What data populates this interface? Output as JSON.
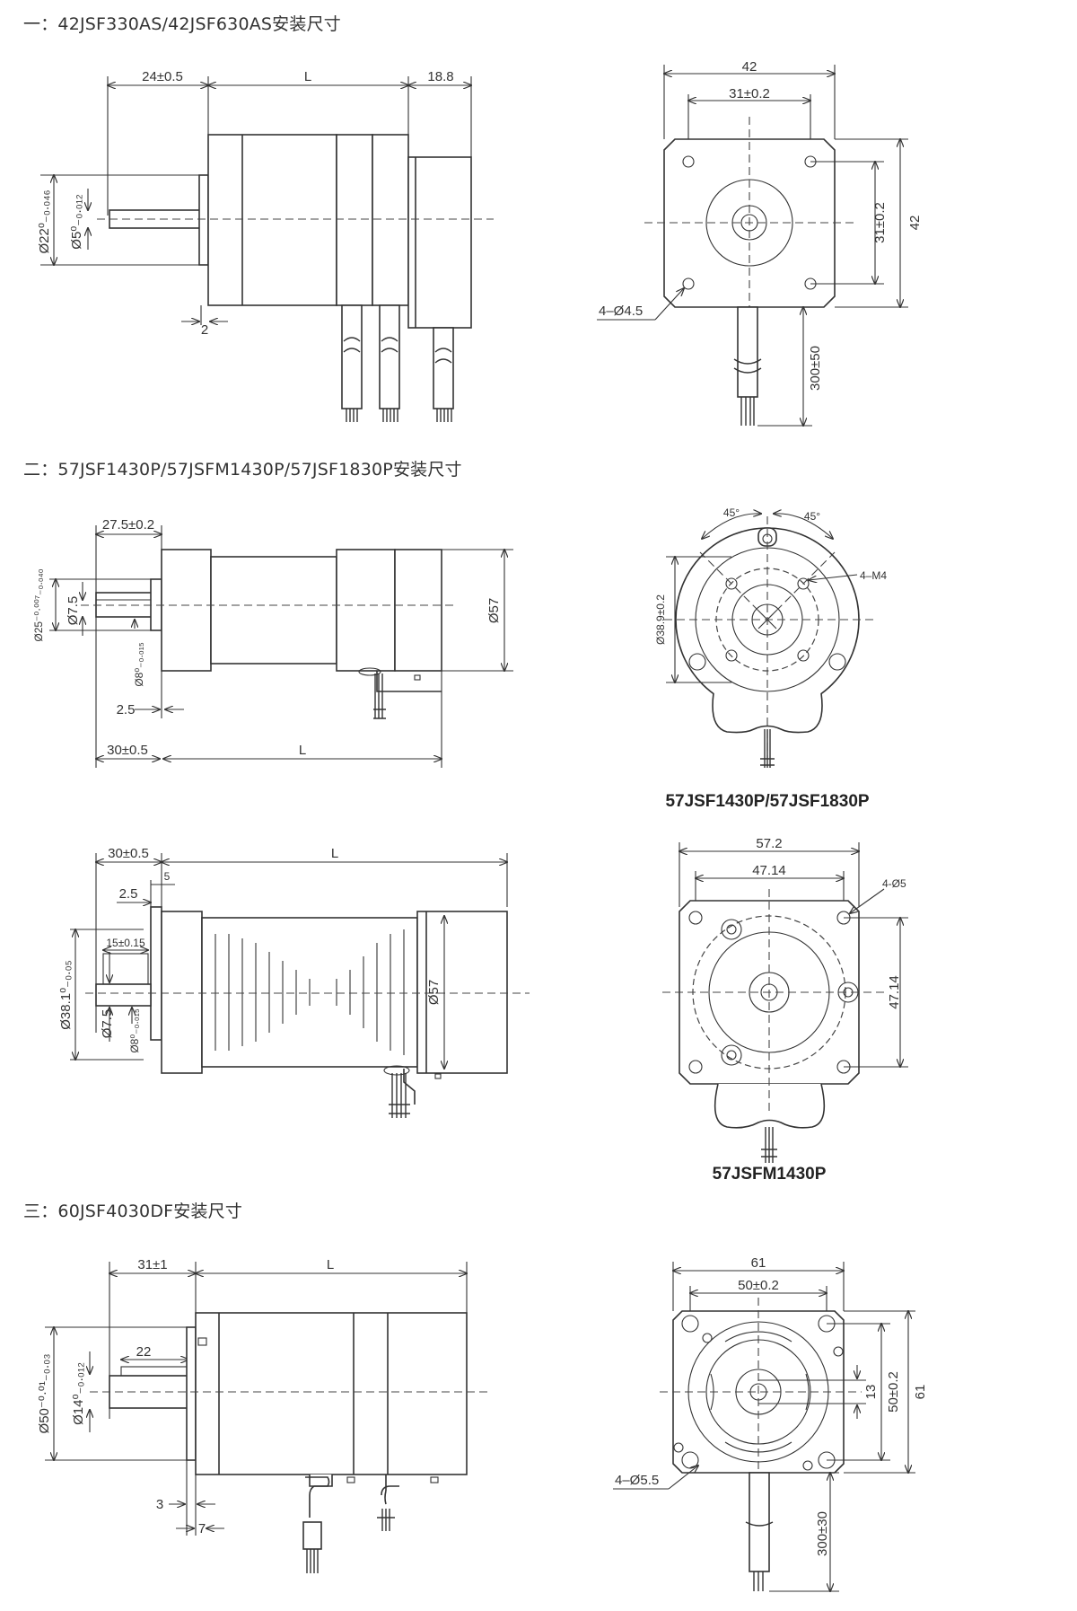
{
  "sections": [
    {
      "title": "一：42JSF330AS/42JSF630AS安装尺寸"
    },
    {
      "title": "二：57JSF1430P/57JSFM1430P/57JSF1830P安装尺寸"
    },
    {
      "title": "三：60JSF4030DF安装尺寸"
    }
  ],
  "sec1": {
    "side": {
      "d_shaft_len": "24±0.5",
      "d_L": "L",
      "d_brake": "18.8",
      "d_flange": "Ø22⁰₋₀.₀₄₆",
      "d_shaft": "Ø5⁰₋₀.₀₁₂",
      "d_gap": "2"
    },
    "front": {
      "d_w": "42",
      "d_hole_span": "31±0.2",
      "d_hole_span_v": "31±0.2",
      "d_h": "42",
      "d_holes": "4–Ø4.5",
      "d_lead": "300±50"
    }
  },
  "sec2a": {
    "side": {
      "d_shaft_len": "27.5±0.2",
      "d_flange": "Ø25⁻⁰·⁰⁰⁷₋₀.₀₄₀",
      "d_flat": "Ø7.5",
      "d_shaft": "Ø8⁰₋₀.₀₁₅",
      "d_body": "Ø57",
      "d_gap": "2.5",
      "d_len": "30±0.5",
      "d_L": "L"
    },
    "front": {
      "d_ang1": "45°",
      "d_ang2": "45°",
      "d_holes": "4–M4",
      "d_pcd": "Ø38.9±0.2",
      "caption": "57JSF1430P/57JSF1830P"
    }
  },
  "sec2b": {
    "side": {
      "d_len": "30±0.5",
      "d_L": "L",
      "d_5": "5",
      "d_gap": "2.5",
      "d_key": "15±0.15",
      "d_flange": "Ø38.1⁰₋₀.₀₅",
      "d_flat": "Ø7.5",
      "d_shaft": "Ø8⁰₋₀.₀₁₅",
      "d_body": "Ø57"
    },
    "front": {
      "d_w": "57.2",
      "d_hole_span": "47.14",
      "d_holes": "4-Ø5",
      "d_hole_span_v": "47.14",
      "caption": "57JSFM1430P"
    }
  },
  "sec3": {
    "side": {
      "d_shaft_len": "31±1",
      "d_L": "L",
      "d_key": "22",
      "d_flange": "Ø50⁻⁰·⁰¹₋₀.₀₃",
      "d_shaft": "Ø14⁰₋₀.₀₁₂",
      "d_3": "3",
      "d_7": "7"
    },
    "front": {
      "d_w": "61",
      "d_hole_span": "50±0.2",
      "d_holes": "4–Ø5.5",
      "d_13": "13",
      "d_hole_span_v": "50±0.2",
      "d_h": "61",
      "d_lead": "300±30"
    }
  }
}
